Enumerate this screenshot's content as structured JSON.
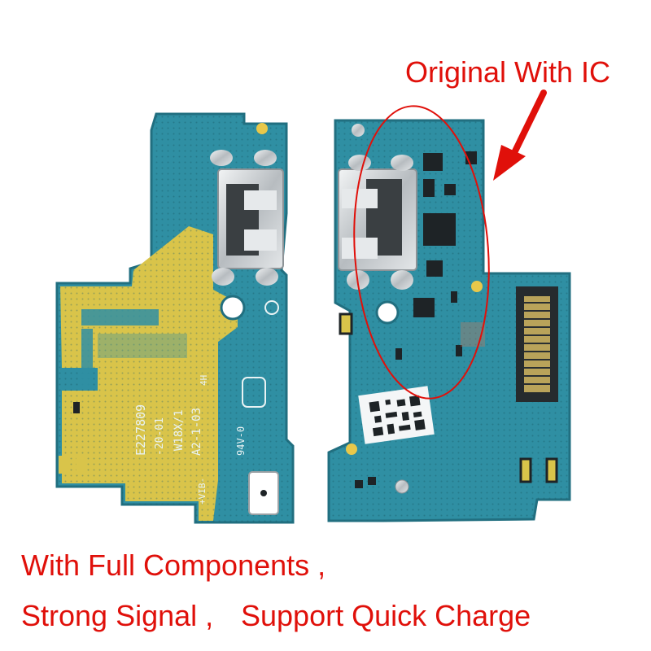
{
  "annotation": {
    "label": "Original With IC",
    "color": "#e0100a"
  },
  "captions": {
    "line1": "With Full Components ,",
    "line2a": "Strong Signal ,",
    "line2b": "Support Quick Charge"
  },
  "board_left_markings": {
    "line1": "E227809",
    "line2": "-20-01",
    "line3": "W18X/1",
    "line4": "A2-1-03",
    "line5": "4H",
    "line6": "94V-0",
    "line7": "+VIB-"
  },
  "colors": {
    "pcb": "#2f8fa3",
    "pcb_dark": "#216f80",
    "gold": "#d9c44a",
    "silver": "#cfd3d6",
    "chip": "#1e2326"
  }
}
